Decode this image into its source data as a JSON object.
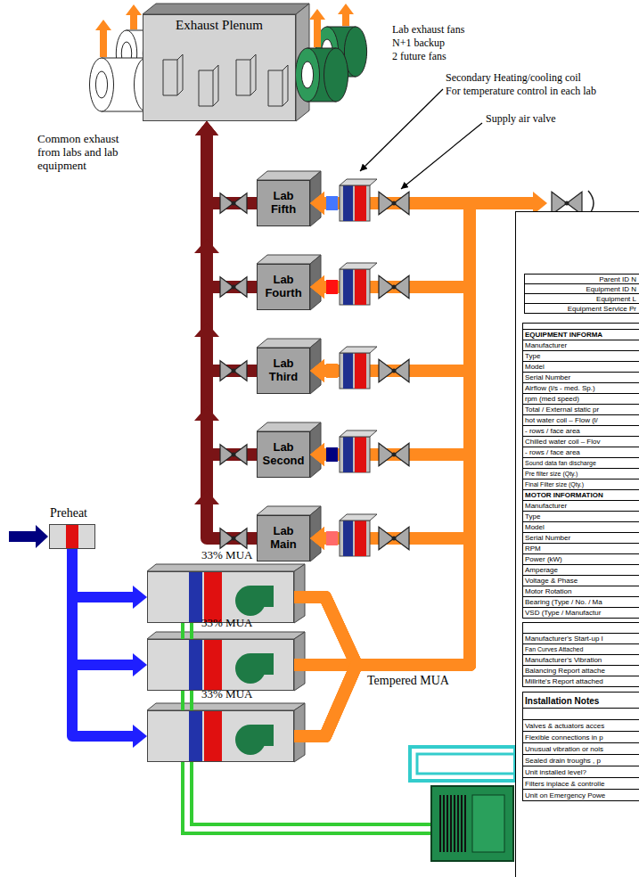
{
  "diagram": {
    "nodes": [
      {
        "text": [
          "Exhaust Plenum"
        ]
      },
      {
        "text": [
          "Lab Fifth"
        ]
      },
      {
        "text": [
          "Lab Fourth"
        ]
      },
      {
        "text": [
          "Lab Third"
        ]
      },
      {
        "text": [
          "Lab Second"
        ]
      },
      {
        "text": [
          "Lab Main"
        ]
      },
      {
        "text": [
          "Preheat"
        ]
      },
      {
        "text": [
          "33% MUA"
        ]
      },
      {
        "text": [
          "33% MUA"
        ]
      },
      {
        "text": [
          "33% MUA"
        ]
      }
    ],
    "edges": [
      {
        "from": 1,
        "to": 0,
        "arrow": "to"
      },
      {
        "from": 2,
        "to": 0,
        "arrow": "to"
      },
      {
        "from": 3,
        "to": 0,
        "arrow": "to"
      },
      {
        "from": 4,
        "to": 0,
        "arrow": "to"
      },
      {
        "from": 5,
        "to": 0,
        "arrow": "to"
      },
      {
        "from": 6,
        "to": 7,
        "arrow": "to"
      },
      {
        "from": 6,
        "to": 8,
        "arrow": "to"
      },
      {
        "from": 6,
        "to": 9,
        "arrow": "to"
      },
      {
        "from": 7,
        "to": 1,
        "arrow": "to"
      },
      {
        "from": 7,
        "to": 2,
        "arrow": "to"
      },
      {
        "from": 7,
        "to": 3,
        "arrow": "to"
      },
      {
        "from": 7,
        "to": 4,
        "arrow": "to"
      },
      {
        "from": 7,
        "to": 5,
        "arrow": "to"
      },
      {
        "from": 8,
        "to": 1,
        "arrow": "to"
      },
      {
        "from": 8,
        "to": 2,
        "arrow": "to"
      },
      {
        "from": 8,
        "to": 3,
        "arrow": "to"
      },
      {
        "from": 8,
        "to": 4,
        "arrow": "to"
      },
      {
        "from": 8,
        "to": 5,
        "arrow": "to"
      },
      {
        "from": 9,
        "to": 1,
        "arrow": "to"
      },
      {
        "from": 9,
        "to": 2,
        "arrow": "to"
      },
      {
        "from": 9,
        "to": 3,
        "arrow": "to"
      },
      {
        "from": 9,
        "to": 4,
        "arrow": "to"
      },
      {
        "from": 9,
        "to": 5,
        "arrow": "to"
      }
    ],
    "labels": [
      "Lab exhaust fans",
      "N+1 backup",
      "2 future fans",
      "Secondary Heating/cooling coil",
      "For temperature control in each lab",
      "Supply air valve",
      "Common exhaust from labs and lab equipment",
      "Tempered MUA",
      "Parent ID N",
      "Equipment ID N",
      "Equipment L",
      "Equipment Service Pr",
      "EQUIPMENT INFORMA",
      "Manufacturer",
      "Type",
      "Model",
      "Serial Number",
      "Airflow (l/s - med. Sp.)",
      "rpm (med speed)",
      "Total / External static pr",
      "hot water coil – Flow (l/",
      "- rows / face area",
      "Chilled water coil – Flov",
      "- rows / face area",
      "Sound data fan discharge",
      "Pre filter size (Qty.)",
      "Final Filter size (Qty.)",
      "MOTOR INFORMATION",
      "Manufacturer",
      "Type",
      "Model",
      "Serial Number",
      "RPM",
      "Power (kW)",
      "Amperage",
      "Voltage & Phase",
      "Motor Rotation",
      "Bearing (Type / No. / Ma",
      "VSD (Type / Manufactur",
      "Manufacturer's Start-up I",
      "Fan Curves Attached",
      "Manufacturer's Vibration",
      "Balancing Report attache",
      "Millrite's Report attached",
      "Installation Notes",
      "Valves & actuators acces",
      "Flexible connections in p",
      "Unusual vibration or nois",
      "Sealed drain troughs , p",
      "Unit installed level?",
      "Filters inplace & controlle",
      "Unit on Emergency Powe"
    ]
  }
}
